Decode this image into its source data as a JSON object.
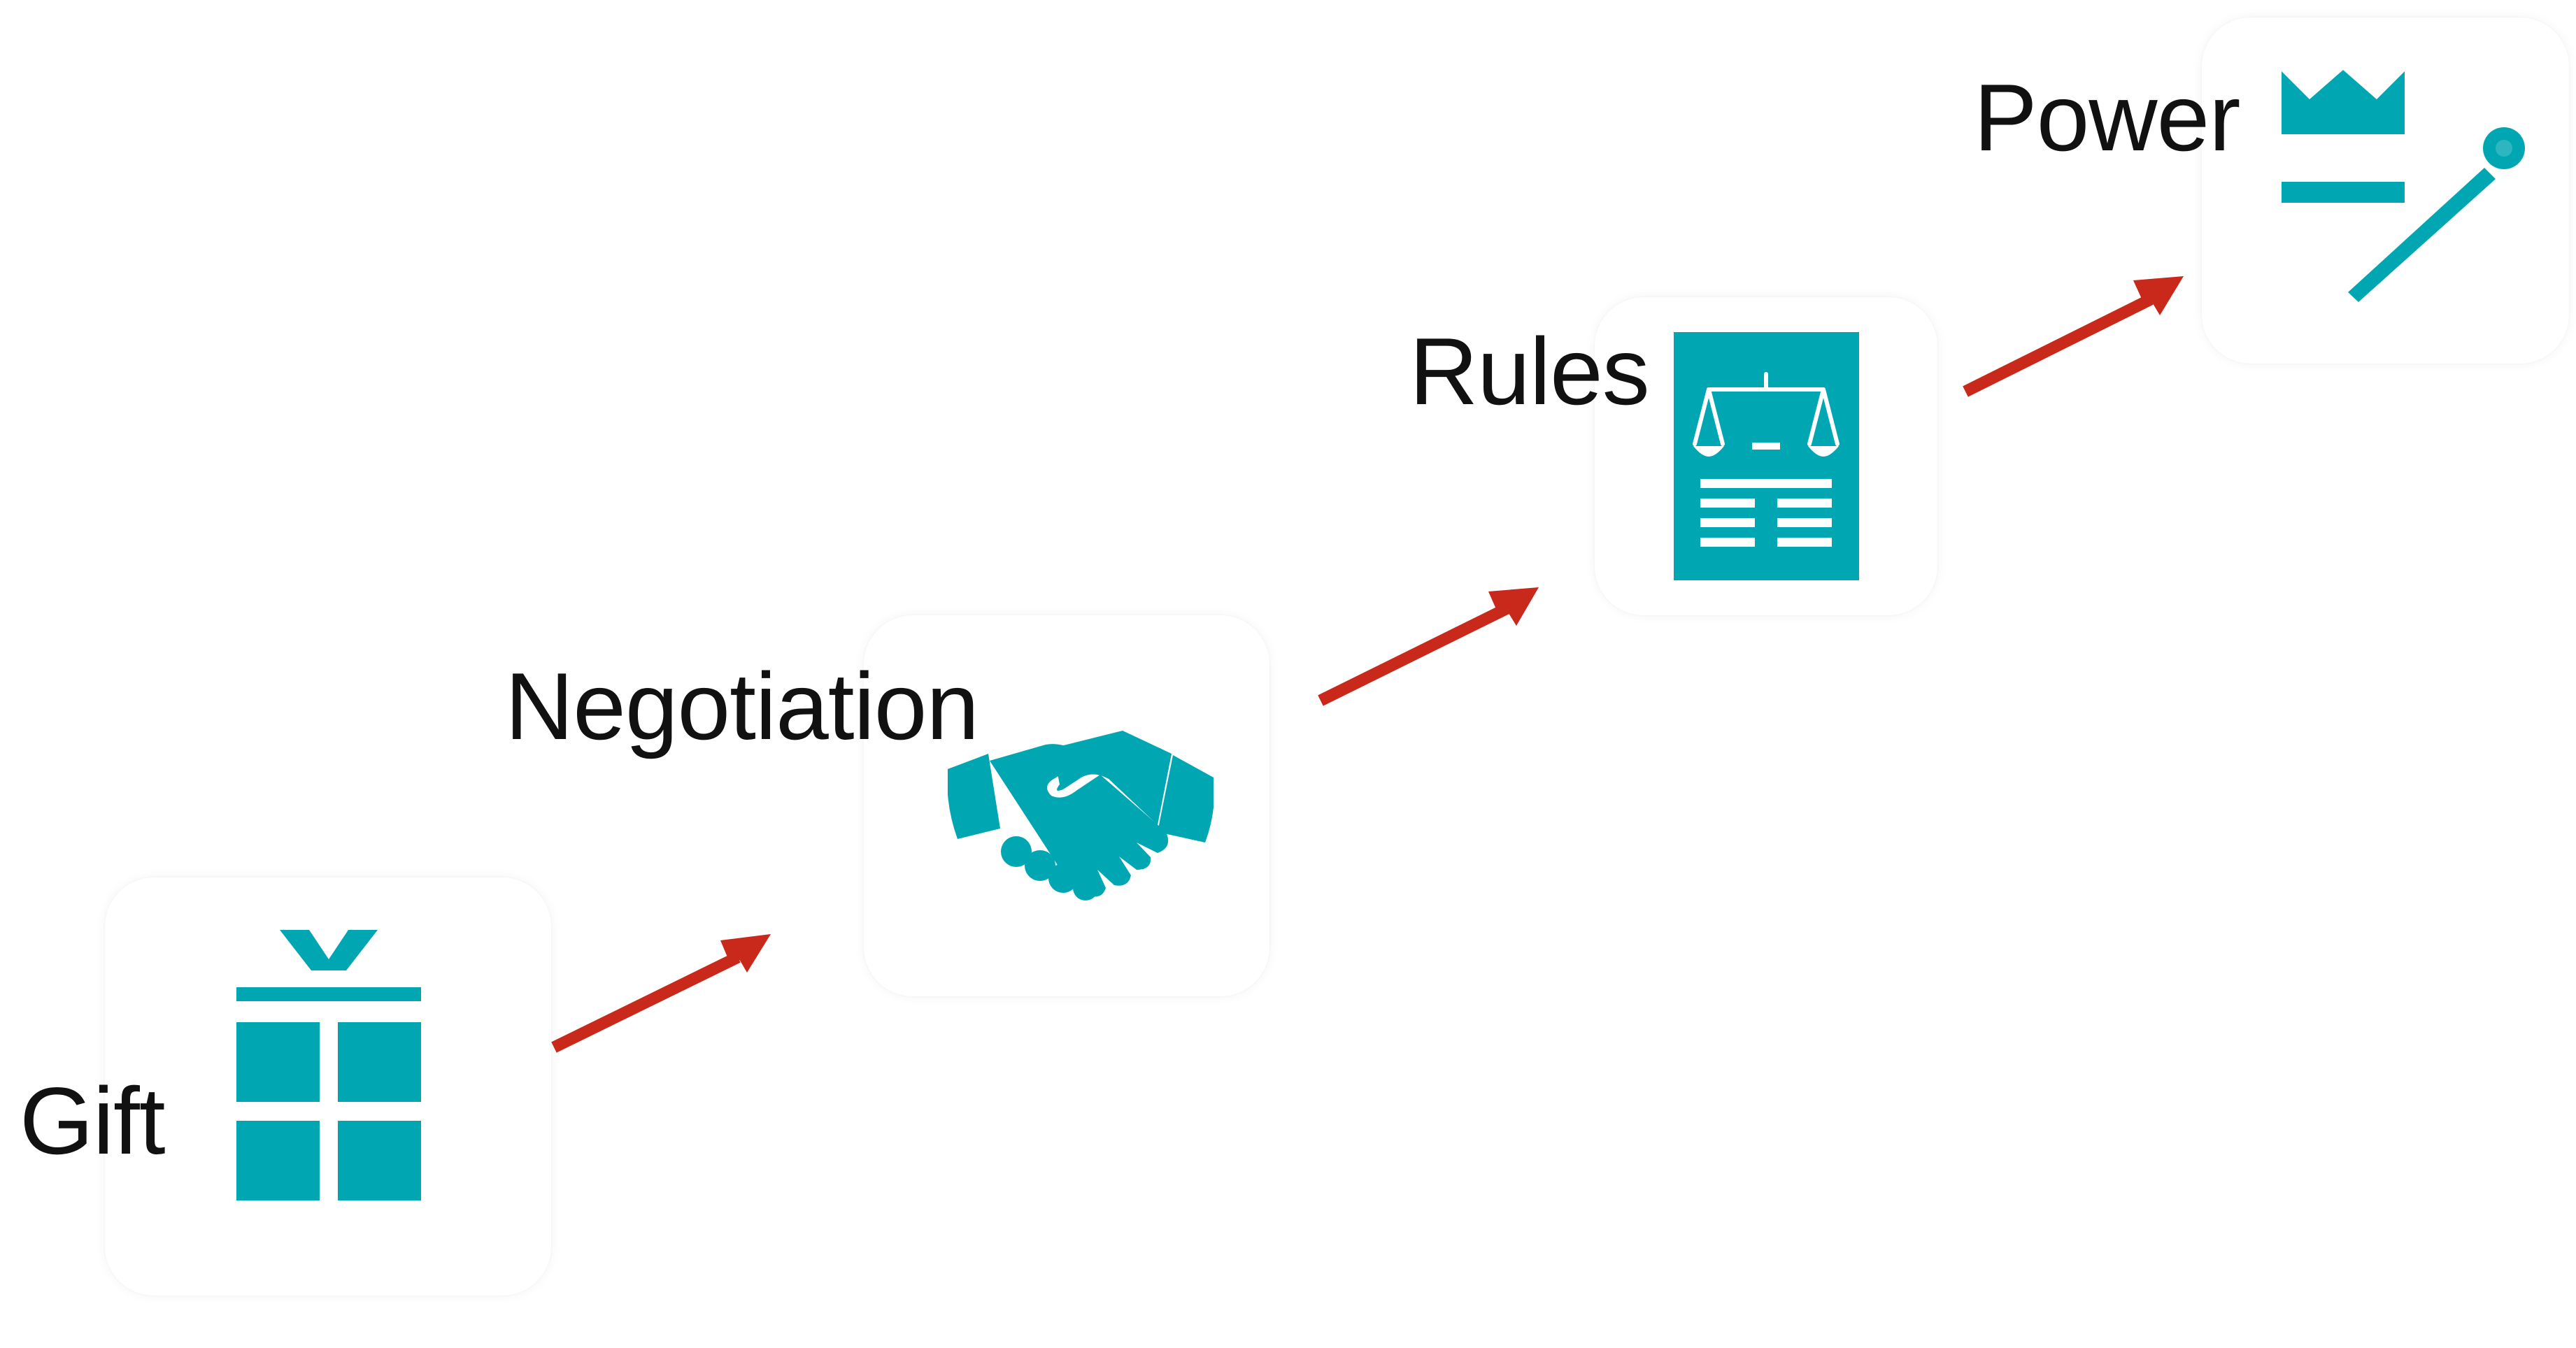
{
  "accent_color": "#00a7b3",
  "arrow_color": "#c8291b",
  "stages": [
    {
      "label": "Gift",
      "icon": "gift-icon"
    },
    {
      "label": "Negotiation",
      "icon": "handshake-icon"
    },
    {
      "label": "Rules",
      "icon": "law-document-icon"
    },
    {
      "label": "Power",
      "icon": "crown-scepter-icon"
    }
  ]
}
